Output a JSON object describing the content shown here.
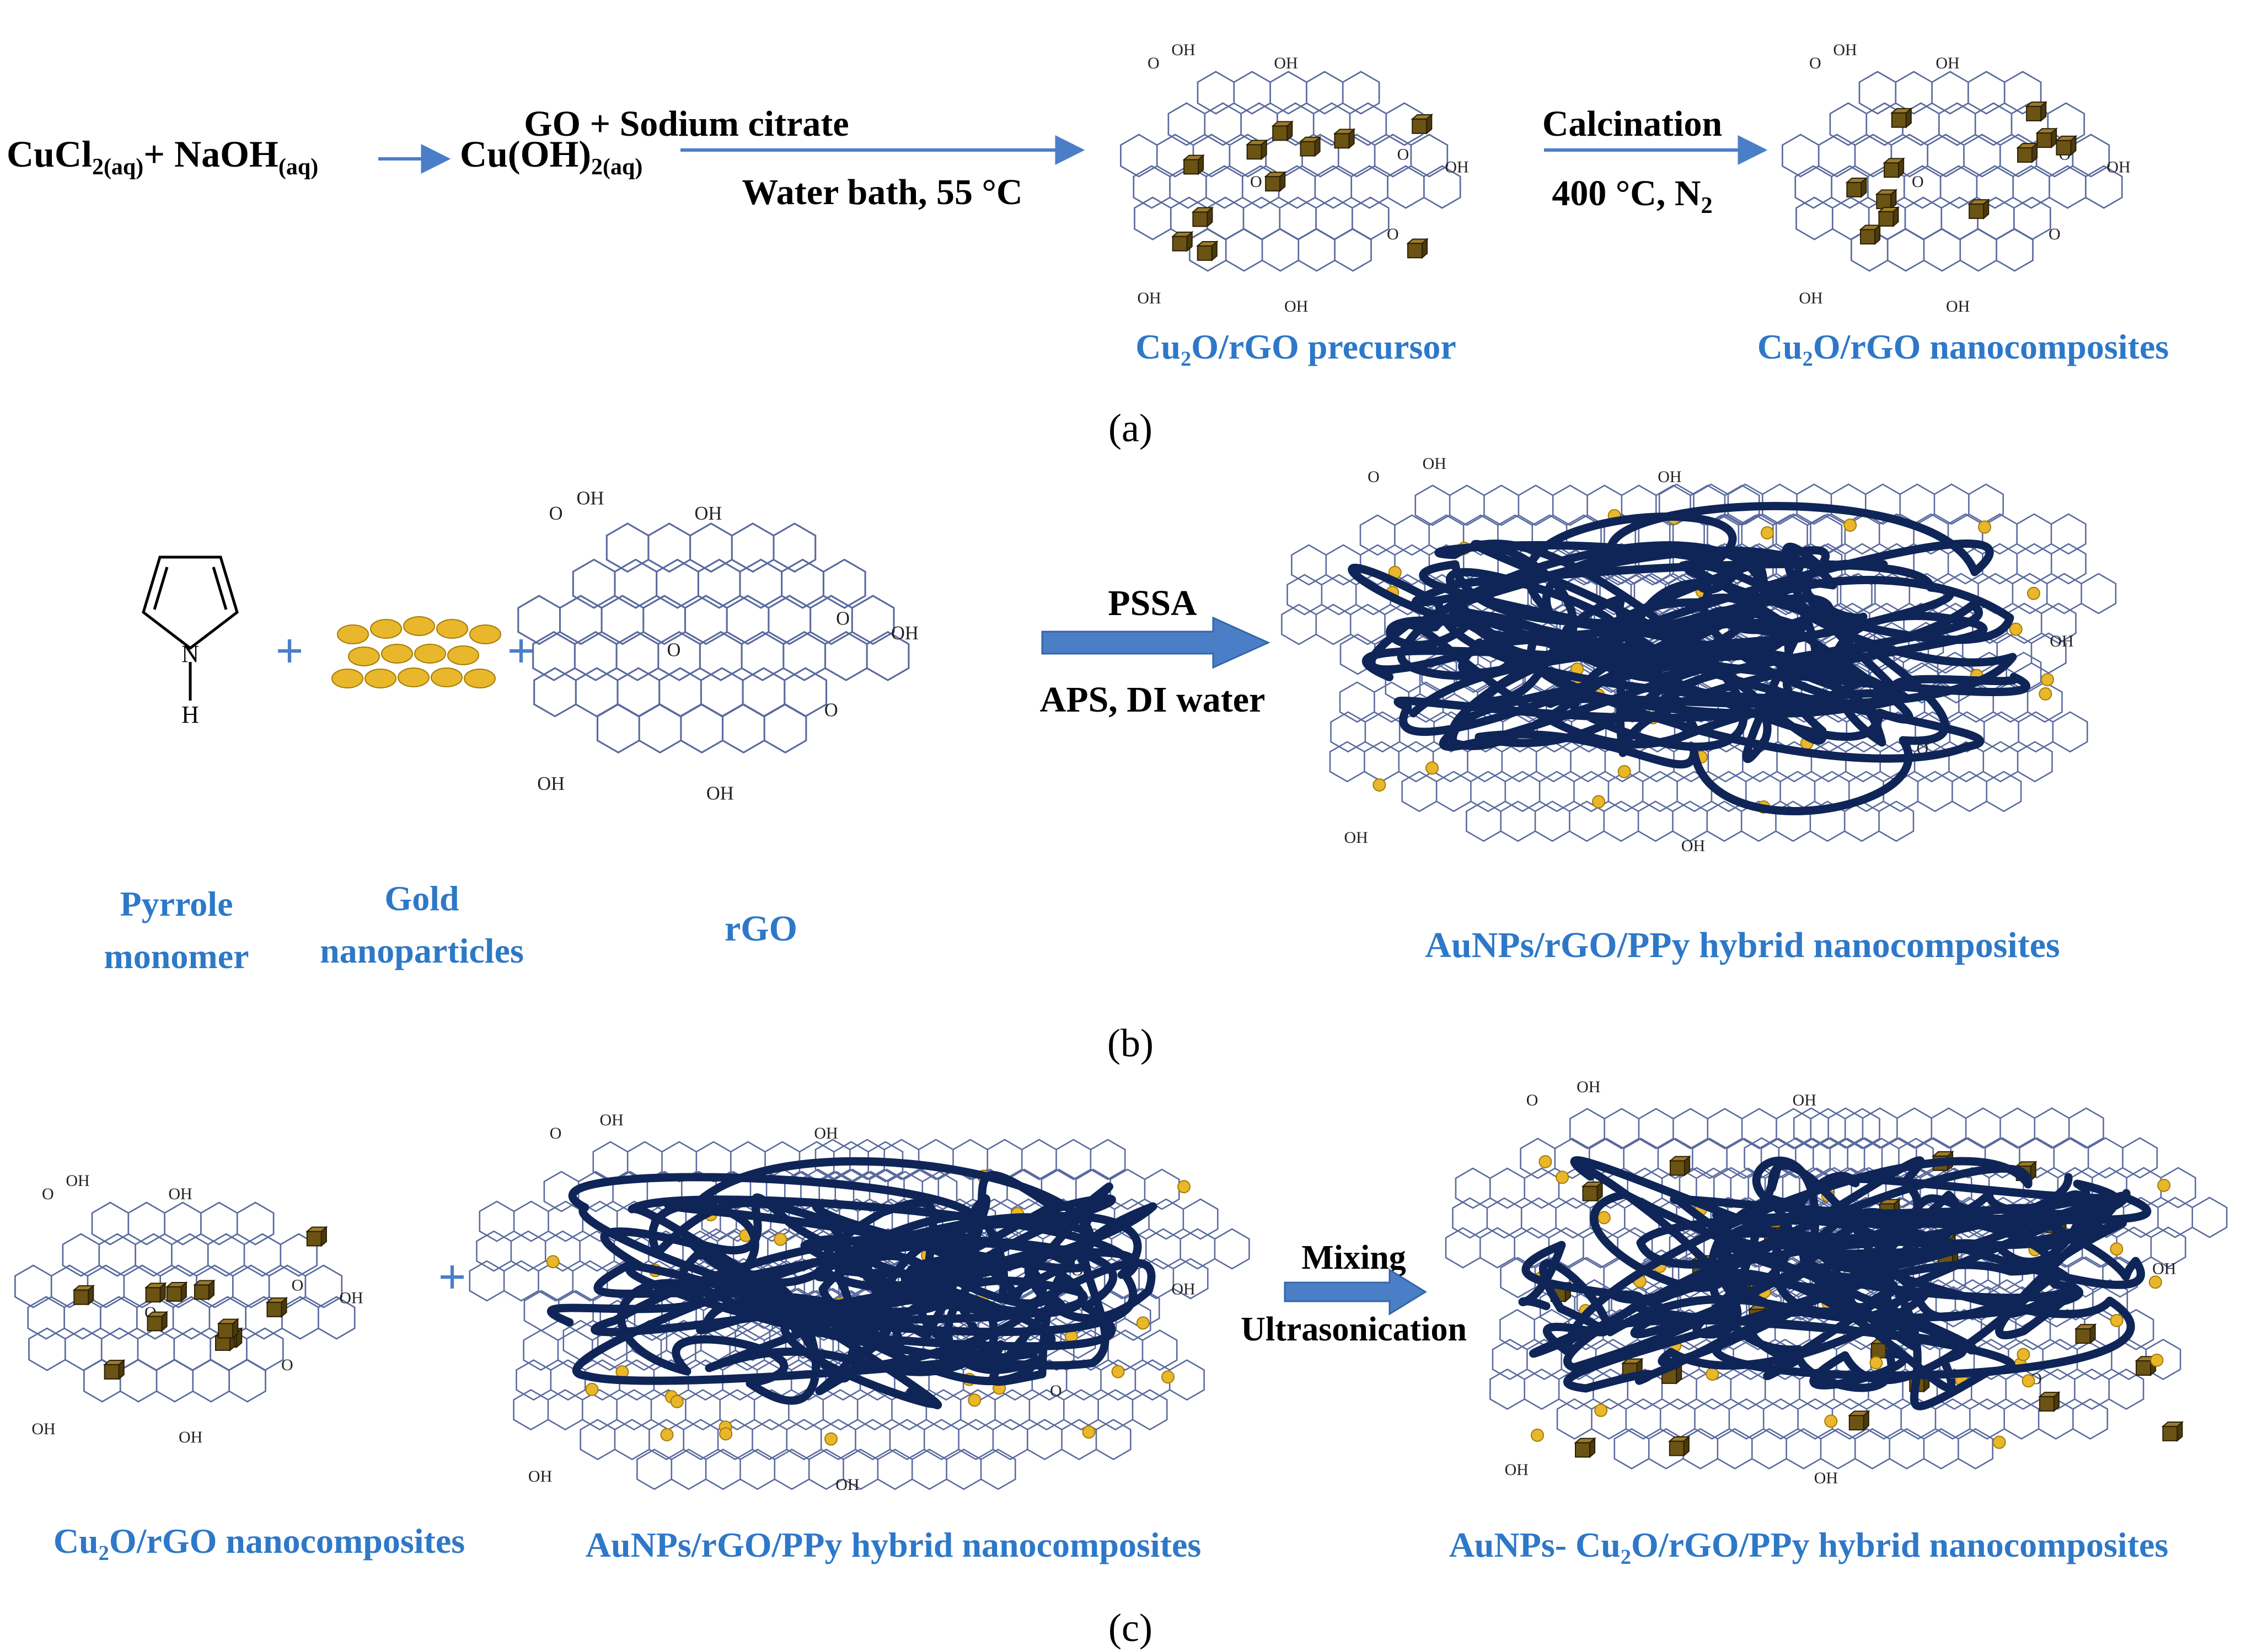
{
  "colors": {
    "black": "#000000",
    "label_blue": "#2e78c8",
    "arrow_blue": "#4a7fc7",
    "lattice": "#5a6a9e",
    "polymer": "#0f2557",
    "gold": "#e9b72c",
    "gold_edge": "#a67c00",
    "cube": "#6b5314"
  },
  "panel_a": {
    "eq_reactant1": "CuCl",
    "eq_reactant1_sub": "2(aq)",
    "eq_plus": "+ NaOH",
    "eq_plus_sub": "(aq)",
    "eq_product": "Cu(OH)",
    "eq_product_sub": "2(aq)",
    "step1_top": "GO + Sodium citrate",
    "step1_bottom": "Water bath, 55 °C",
    "step2_top": "Calcination",
    "step2_bottom_main": "400 °C, N",
    "step2_bottom_sub": "2",
    "precursor_label": "Cu₂O/rGO precursor",
    "product_label": "Cu₂O/rGO nanocomposites",
    "caption": "(a)"
  },
  "panel_b": {
    "pyrrole_label_1": "Pyrrole",
    "pyrrole_label_2": "monomer",
    "gold_label_1": "Gold",
    "gold_label_2": "nanoparticles",
    "rgo_label": "rGO",
    "arrow_top": "PSSA",
    "arrow_bottom": "APS, DI water",
    "product_label": "AuNPs/rGO/PPy hybrid nanocomposites",
    "nh_n": "N",
    "nh_h": "H",
    "caption": "(b)"
  },
  "panel_c": {
    "left_label": "Cu₂O/rGO nanocomposites",
    "mid_label": "AuNPs/rGO/PPy hybrid nanocomposites",
    "arrow_top": "Mixing",
    "arrow_bottom": "Ultrasonication",
    "product_label": "AuNPs- Cu₂O/rGO/PPy hybrid nanocomposites",
    "caption": "(c)"
  },
  "chem": {
    "cooh_o": "O",
    "cooh_oh": "OH",
    "oh": "OH",
    "epoxy_o": "O"
  }
}
